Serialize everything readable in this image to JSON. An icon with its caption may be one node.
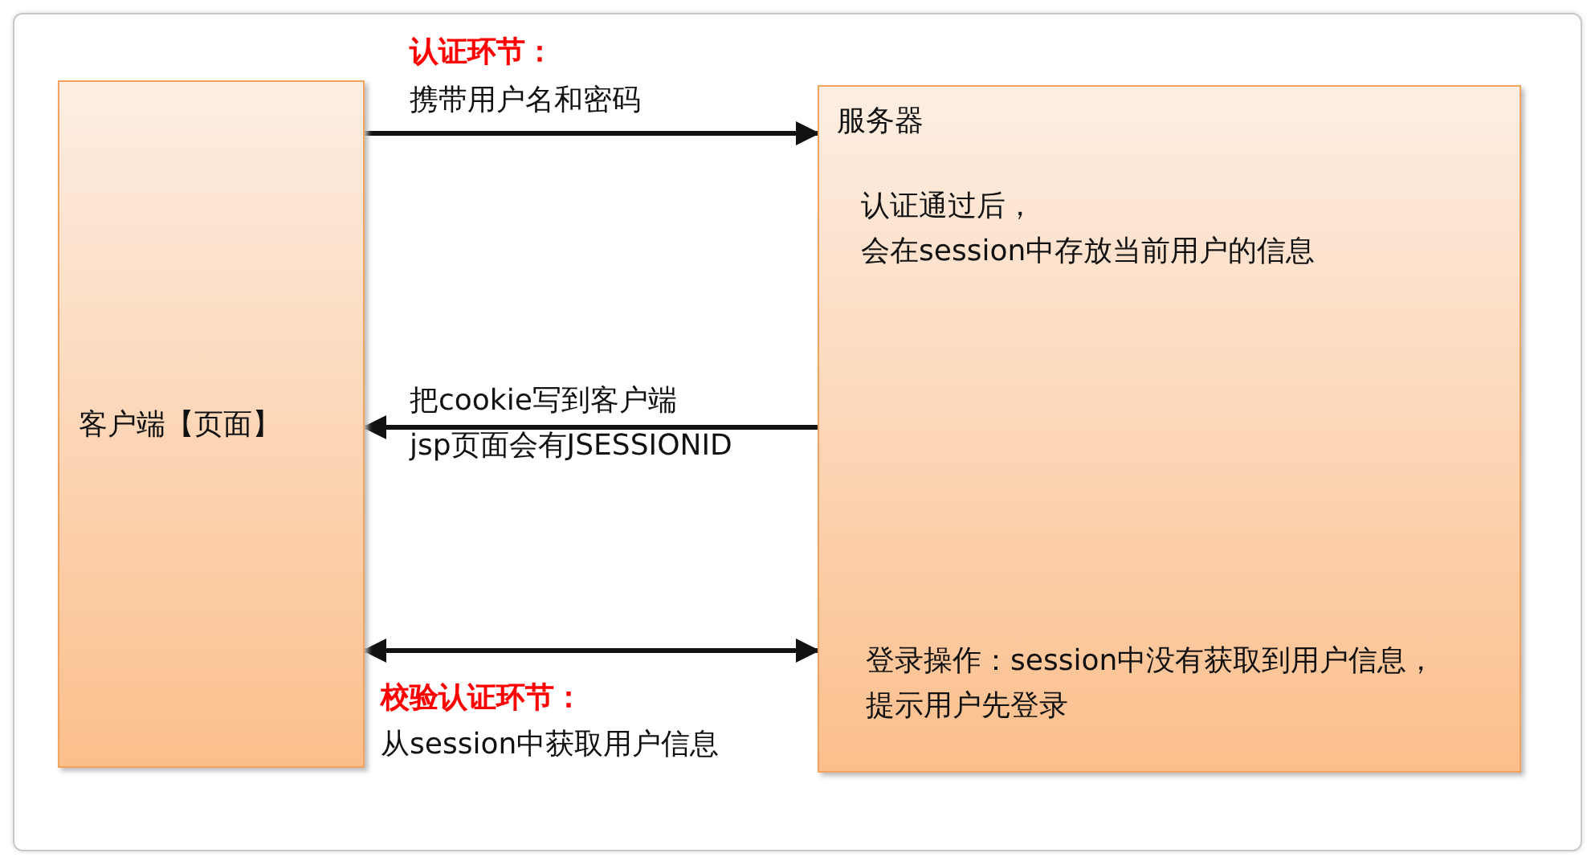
{
  "diagram": {
    "nodes": [
      {
        "text": [
          "客户端【页面】"
        ]
      },
      {
        "text": [
          "服务器",
          "认证通过后，会在session中存放当前用户的信息",
          "登录操作：session中没有获取到用户信息，提示用户先登录"
        ]
      }
    ],
    "edges": [
      {
        "from": 0,
        "to": 1,
        "arrow": "to",
        "label": "携带用户名和密码"
      },
      {
        "from": 1,
        "to": 0,
        "arrow": "to",
        "label": "把cookie写到客户端 jsp页面会有JSESSIONID"
      },
      {
        "from": 0,
        "to": 1,
        "arrow": "both",
        "label": "从session中获取用户信息"
      }
    ],
    "labels": [
      "认证环节：",
      "校验认证环节："
    ]
  }
}
